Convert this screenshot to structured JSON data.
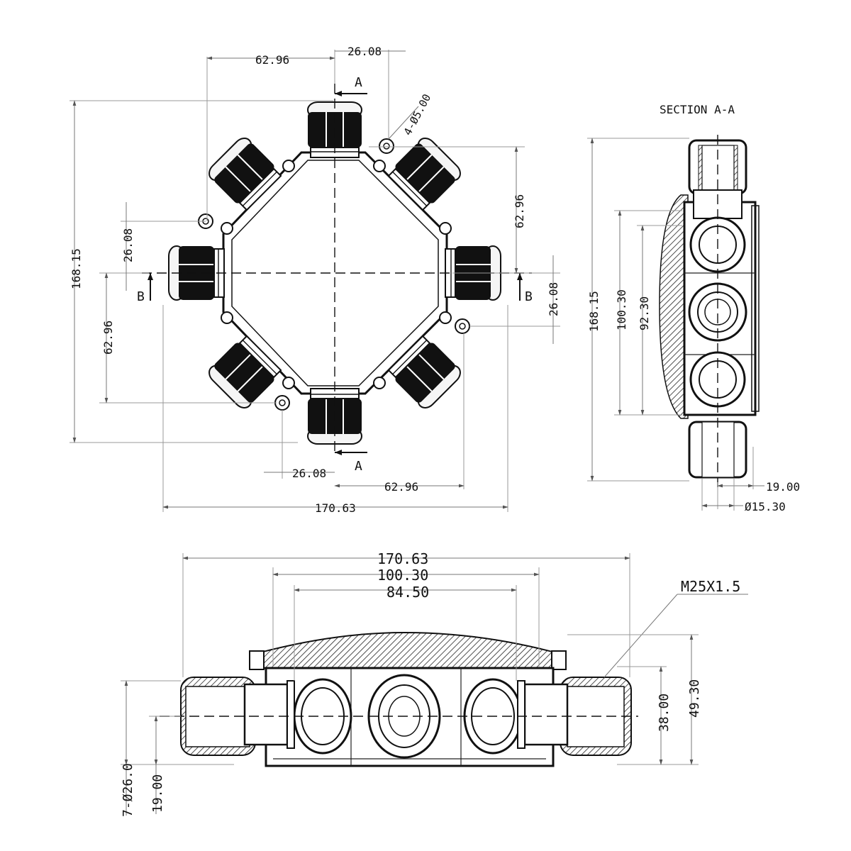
{
  "section_title": "SECTION A-A",
  "top_view": {
    "dim_top_left": "62.96",
    "dim_top_right": "26.08",
    "hole_note": "4-Ø5.00",
    "dim_right_upper": "62.96",
    "dim_right_lower": "26.08",
    "dim_left_upper": "26.08",
    "dim_left_lower": "62.96",
    "dim_height": "168.15",
    "dim_bottom_left": "26.08",
    "dim_bottom_right": "62.96",
    "dim_width": "170.63",
    "section_a": "A",
    "section_b": "B"
  },
  "section_view": {
    "dim_height": "168.15",
    "dim_inner_1": "100.30",
    "dim_inner_2": "92.30",
    "dim_offset": "19.00",
    "dim_diameter": "Ø15.30"
  },
  "side_view": {
    "dim_overall": "170.63",
    "dim_middle": "100.30",
    "dim_inner": "84.50",
    "thread_note": "M25X1.5",
    "dim_height_1": "38.00",
    "dim_height_2": "49.30",
    "dim_holes": "7-Ø26.0",
    "dim_offset": "19.00"
  }
}
